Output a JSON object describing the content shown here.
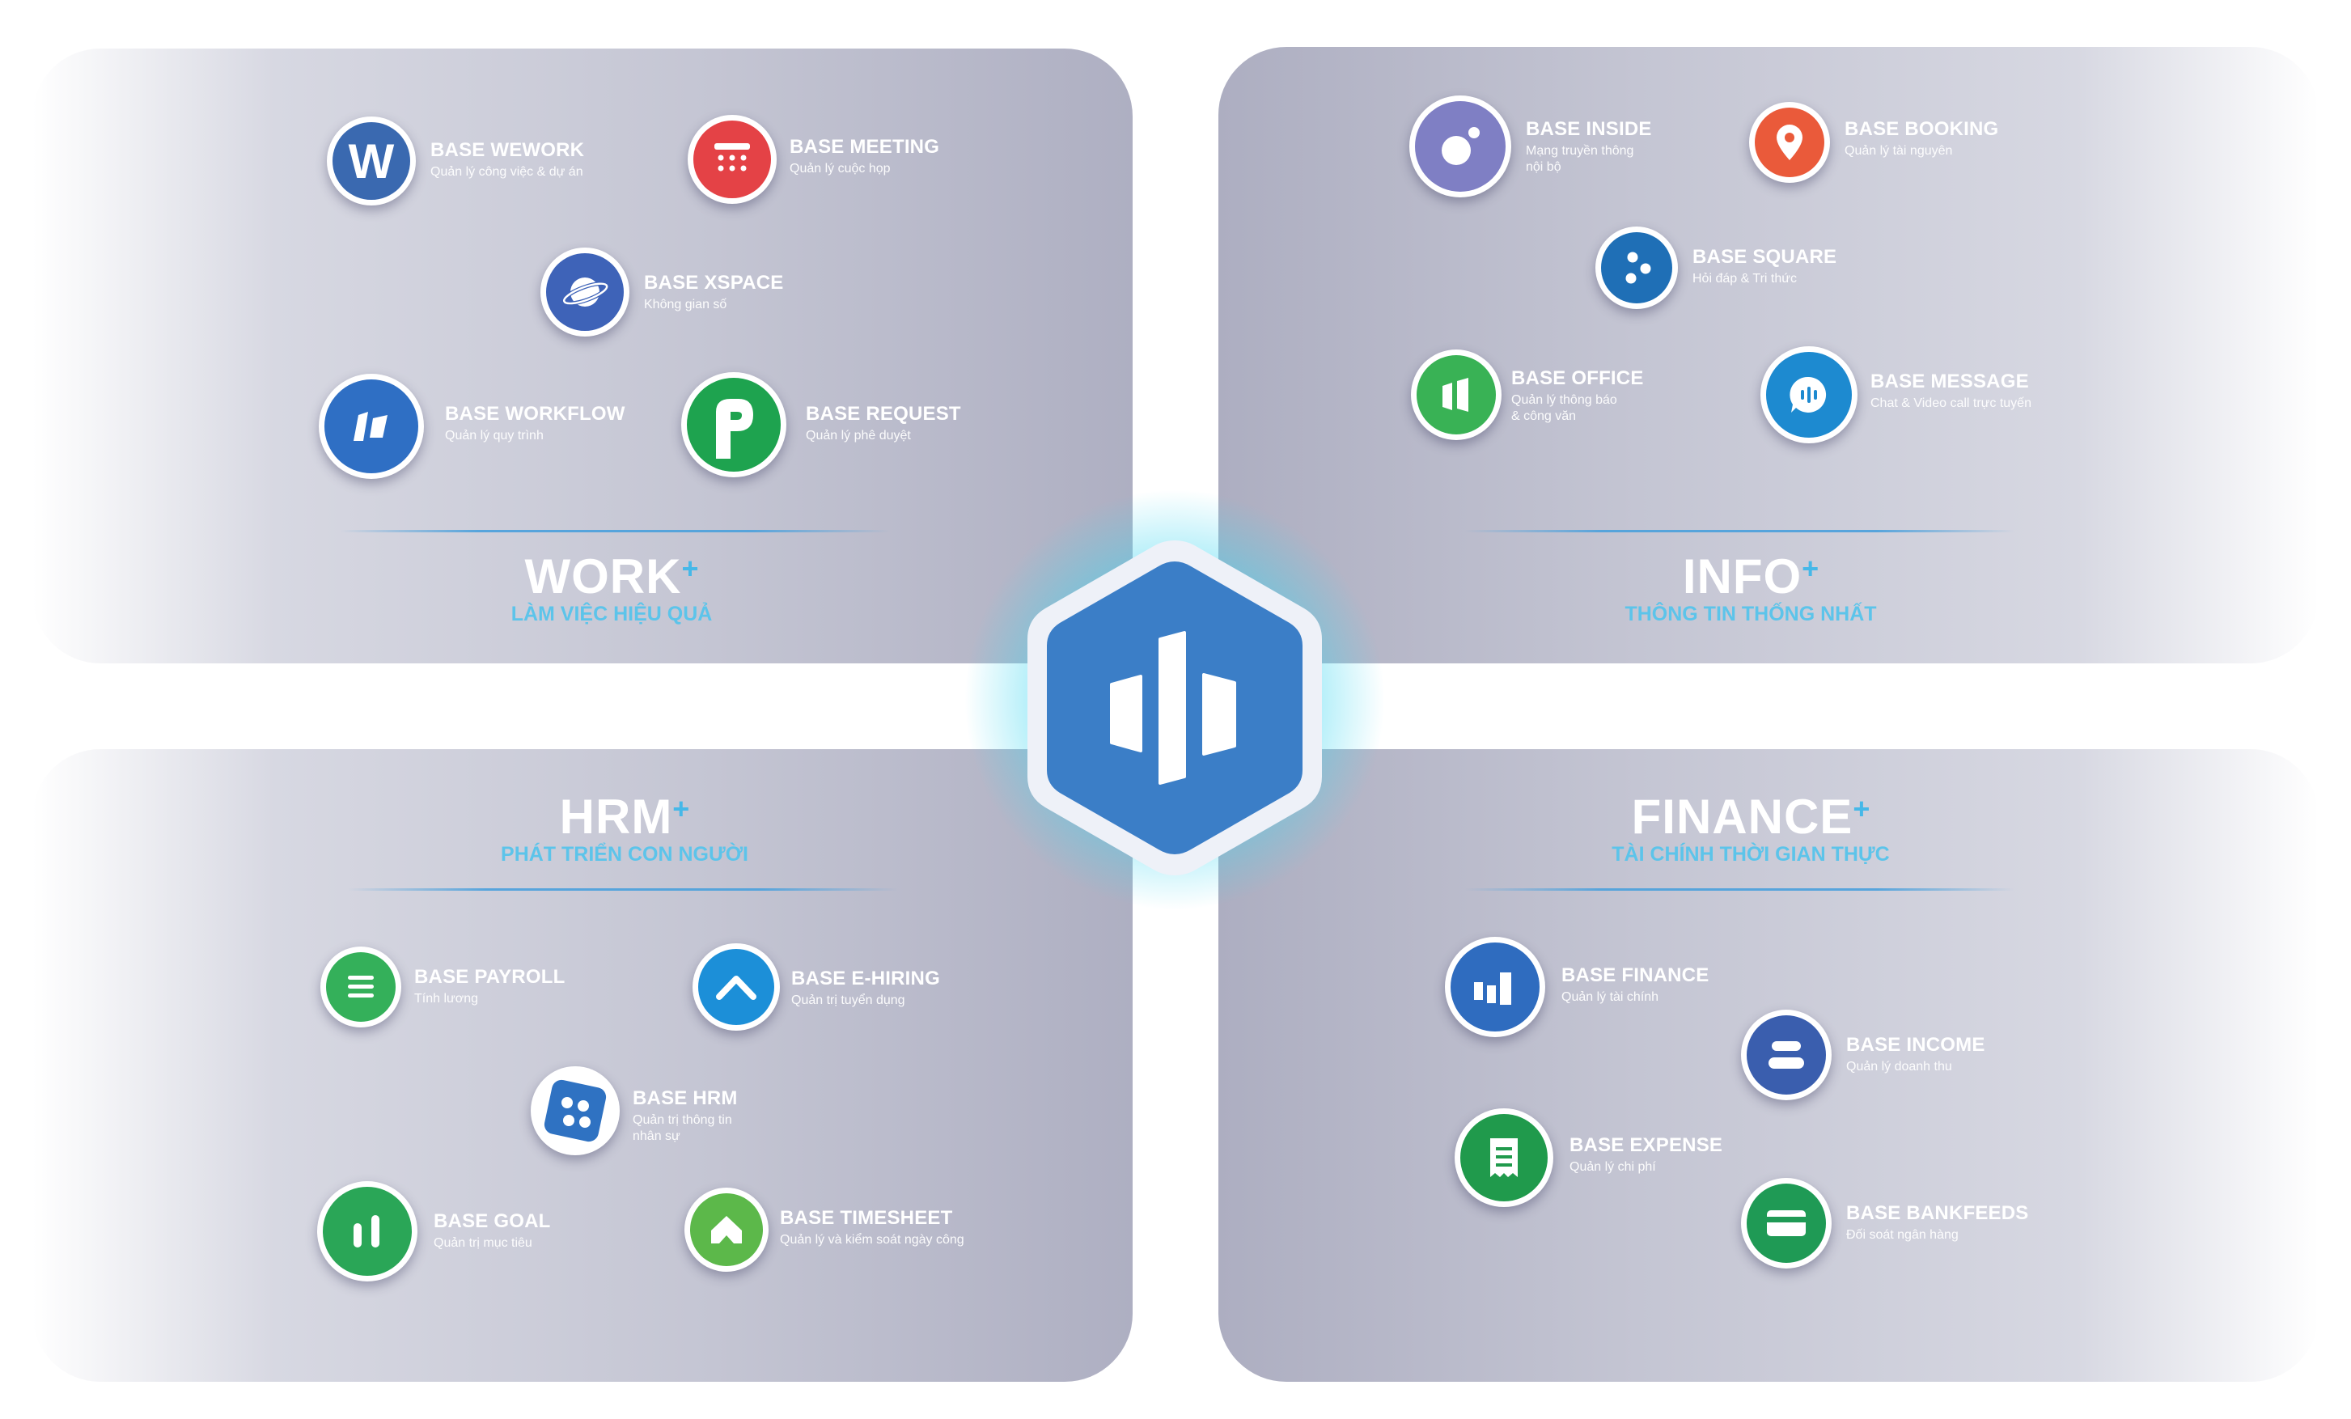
{
  "colors": {
    "accent_cyan": "#46b8e8",
    "hub_blue": "#3b7ec7",
    "text_white": "#ffffff"
  },
  "work": {
    "title": "WORK",
    "plus": "+",
    "subtitle": "LÀM VIỆC HIỆU QUẢ",
    "items": [
      {
        "title": "BASE WEWORK",
        "desc": "Quản lý công việc & dự án",
        "icon": "wework-w-icon",
        "color": "#3a69b0"
      },
      {
        "title": "BASE MEETING",
        "desc": "Quản lý cuộc họp",
        "icon": "meeting-calendar-icon",
        "color": "#e44246"
      },
      {
        "title": "BASE XSPACE",
        "desc": "Không gian số",
        "icon": "xspace-planet-icon",
        "color": "#3e63b8"
      },
      {
        "title": "BASE WORKFLOW",
        "desc": "Quản lý quy trình",
        "icon": "workflow-icon",
        "color": "#2f6fc4"
      },
      {
        "title": "BASE REQUEST",
        "desc": "Quản lý phê duyệt",
        "icon": "request-r-icon",
        "color": "#1ea34f"
      }
    ]
  },
  "info": {
    "title": "INFO",
    "plus": "+",
    "subtitle": "THÔNG TIN THỐNG NHẤT",
    "items": [
      {
        "title": "BASE INSIDE",
        "desc": "Mạng truyền thông",
        "desc2": "nội bộ",
        "icon": "inside-bubble-icon",
        "color": "#7f7fc4"
      },
      {
        "title": "BASE BOOKING",
        "desc": "Quản lý tài nguyên",
        "icon": "booking-pin-icon",
        "color": "#ea5a3a"
      },
      {
        "title": "BASE SQUARE",
        "desc": "Hỏi đáp & Tri thức",
        "icon": "square-dots-icon",
        "color": "#1f6fb6"
      },
      {
        "title": "BASE OFFICE",
        "desc": "Quản lý thông báo",
        "desc2": "& công văn",
        "icon": "office-bars-icon",
        "color": "#39b255"
      },
      {
        "title": "BASE MESSAGE",
        "desc": "Chat & Video call trực tuyến",
        "icon": "message-chat-icon",
        "color": "#1d8ad0"
      }
    ]
  },
  "hrm": {
    "title": "HRM",
    "plus": "+",
    "subtitle": "PHÁT TRIỂN CON NGƯỜI",
    "items": [
      {
        "title": "BASE PAYROLL",
        "desc": "Tính lương",
        "icon": "payroll-list-icon",
        "color": "#34b05a"
      },
      {
        "title": "BASE E-HIRING",
        "desc": "Quản trị tuyển dụng",
        "icon": "ehiring-chevron-icon",
        "color": "#1c8fd8"
      },
      {
        "title": "BASE HRM",
        "desc": "Quản trị thông tin",
        "desc2": "nhân sự",
        "icon": "hrm-dots-icon",
        "color": "#2f72c2"
      },
      {
        "title": "BASE GOAL",
        "desc": "Quản trị mục tiêu",
        "icon": "goal-bars-icon",
        "color": "#2aa657"
      },
      {
        "title": "BASE TIMESHEET",
        "desc": "Quản lý và kiểm soát ngày công",
        "icon": "timesheet-house-icon",
        "color": "#5cb84a"
      }
    ]
  },
  "finance": {
    "title": "FINANCE",
    "plus": "+",
    "subtitle": "TÀI CHÍNH THỜI GIAN THỰC",
    "items": [
      {
        "title": "BASE FINANCE",
        "desc": "Quản lý tài chính",
        "icon": "finance-chart-icon",
        "color": "#2f6cbf"
      },
      {
        "title": "BASE INCOME",
        "desc": "Quản lý doanh thu",
        "icon": "income-stack-icon",
        "color": "#3a5eae"
      },
      {
        "title": "BASE EXPENSE",
        "desc": "Quản lý chi phí",
        "icon": "expense-receipt-icon",
        "color": "#209a4c"
      },
      {
        "title": "BASE BANKFEEDS",
        "desc": "Đối soát ngân hàng",
        "icon": "bankfeeds-card-icon",
        "color": "#1f9a55"
      }
    ]
  },
  "hub": {
    "icon": "base-logo-icon"
  }
}
